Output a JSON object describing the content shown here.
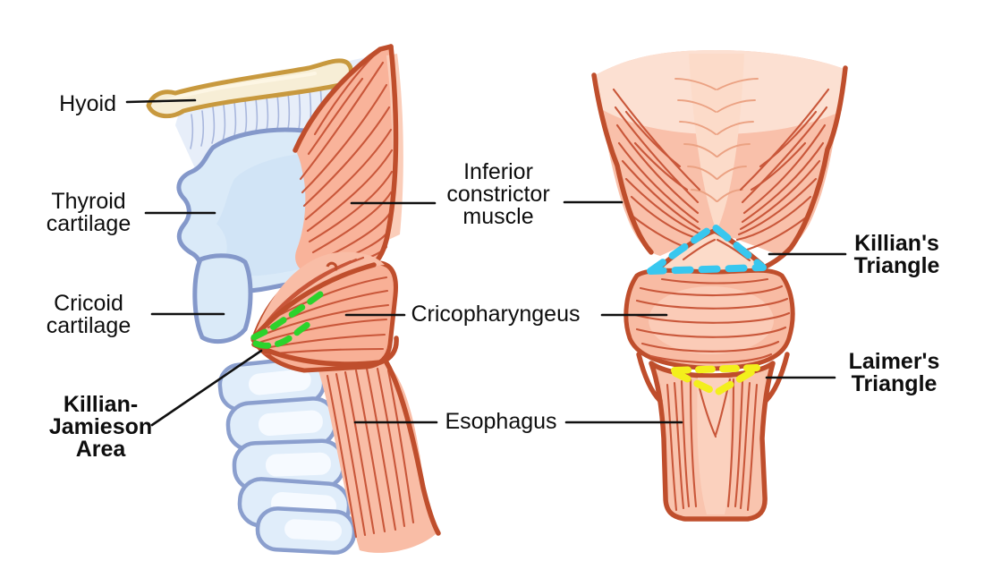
{
  "labels": {
    "hyoid": "Hyoid",
    "thyroid_cartilage": "Thyroid cartilage",
    "cricoid_cartilage": "Cricoid cartilage",
    "killian_jamieson_area": "Killian-Jamieson Area",
    "inferior_constrictor_muscle": "Inferior constrictor muscle",
    "cricopharyngeus": "Cricopharyngeus",
    "esophagus": "Esophagus",
    "killians_triangle": "Killian's Triangle",
    "laimers_triangle": "Laimer's Triangle"
  },
  "marker_colors": {
    "killian_jamieson_area": "#2cd32c",
    "killians_triangle": "#38c7ef",
    "laimers_triangle": "#f3ef1c"
  },
  "structure_colors": {
    "muscle_fill": "#f8b39a",
    "muscle_outline": "#bf4e2c",
    "cartilage_fill": "#daeaf8",
    "cartilage_outline": "#8498ca",
    "hyoid_fill": "#f7eed6",
    "hyoid_outline": "#c8993e",
    "leader_line": "#101010"
  }
}
